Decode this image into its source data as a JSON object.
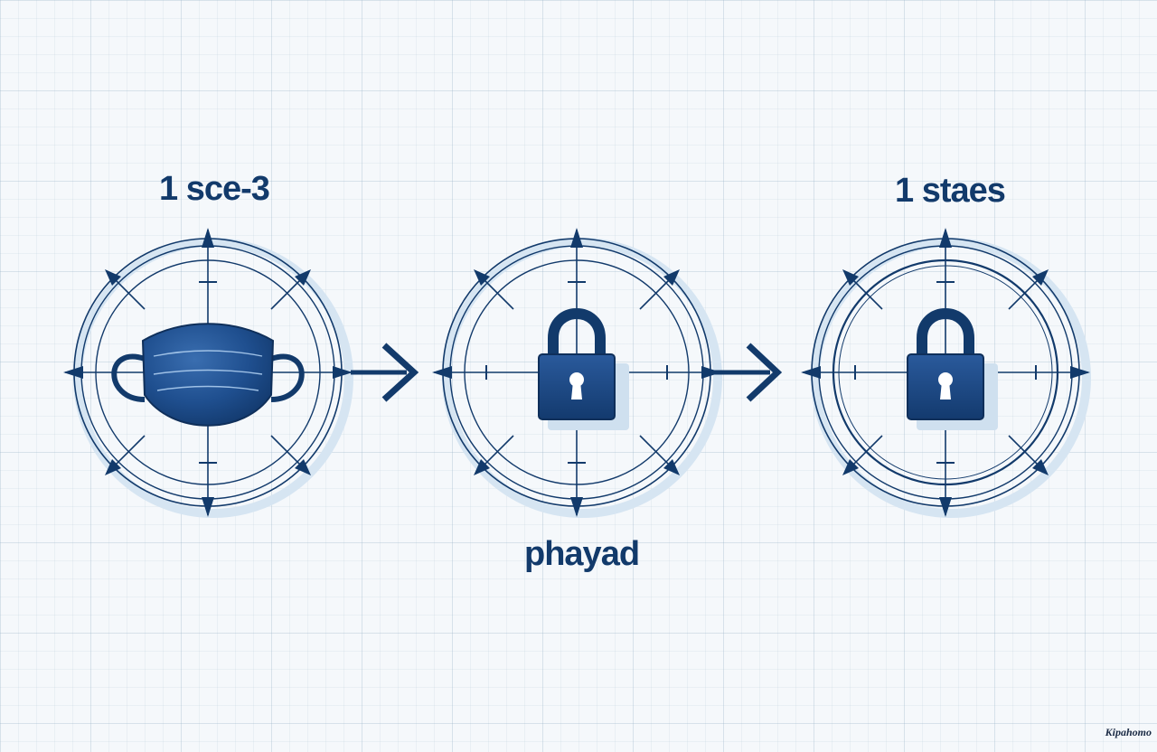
{
  "labels": {
    "stage_1": "1 sce-3",
    "stage_3": "1 staes",
    "middle": "phayad"
  },
  "watermark": "Kipahomo",
  "colors": {
    "ink": "#123a6b",
    "fill": "#1f4f8f",
    "fill_dark": "#133a6e",
    "grid": "#b7c8da",
    "shadow": "#cfe0ef"
  },
  "stages": [
    {
      "icon": "face-mask-icon"
    },
    {
      "icon": "padlock-icon"
    },
    {
      "icon": "padlock-icon"
    }
  ],
  "connectors": [
    {
      "icon": "arrow-right-icon"
    },
    {
      "icon": "arrow-right-icon"
    }
  ]
}
